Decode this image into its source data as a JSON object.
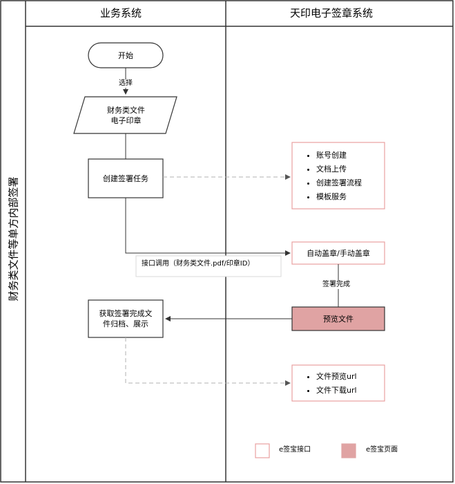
{
  "lanes": {
    "vertical_title": "财务类文件等单方内部签署",
    "left_title": "业务系统",
    "right_title": "天印电子签章系统"
  },
  "nodes": {
    "start": "开始",
    "select_label": "选择",
    "input_line1": "财务类文件",
    "input_line2": "电子印章",
    "create_task": "创建签署任务",
    "services": [
      "账号创建",
      "文档上传",
      "创建签署流程",
      "模板服务"
    ],
    "sign": "自动盖章/手动盖章",
    "api_call": "接口调用（财务类文件.pdf/印章ID）",
    "sign_done": "签署完成",
    "preview": "预览文件",
    "archive_line1": "获取签署完成文",
    "archive_line2": "件归档、展示",
    "urls": [
      "文件预览url",
      "文件下载url"
    ]
  },
  "legend": {
    "interface_label": "e签宝接口",
    "page_label": "e签宝页面"
  },
  "colors": {
    "border_dark": "#333333",
    "interface_border": "#e8a0a0",
    "page_fill": "#e0a3a3",
    "dashed_arrow": "#b0b0b0"
  }
}
